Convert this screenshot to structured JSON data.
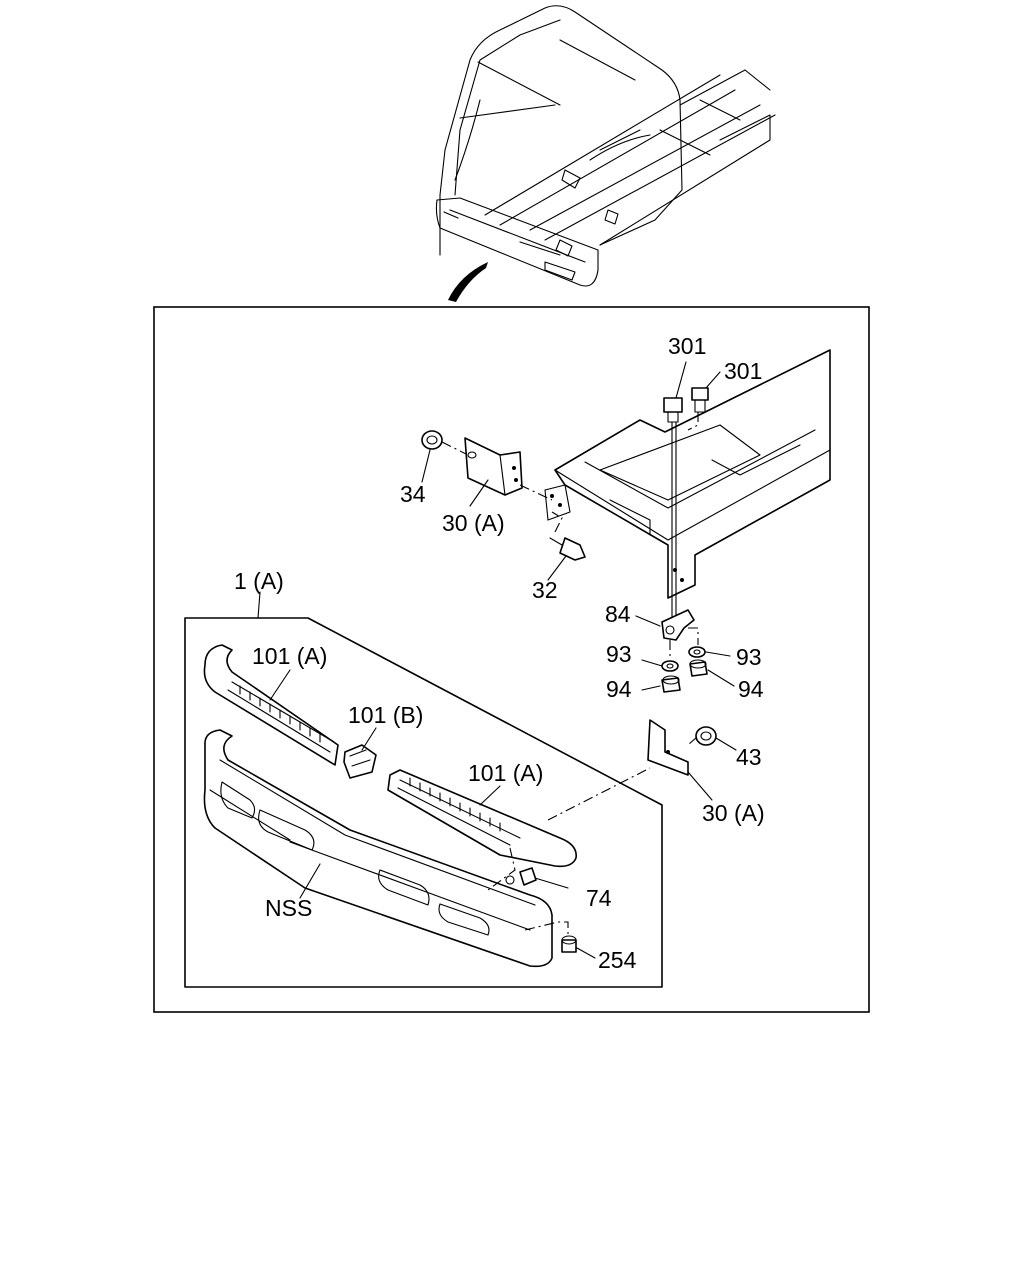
{
  "callouts": {
    "bolt_301_left": "301",
    "bolt_301_right": "301",
    "nut_34": "34",
    "bracket_30a_left": "30 (A)",
    "bolt_32": "32",
    "bumper_assy_1a": "1 (A)",
    "bracket_84": "84",
    "washer_93_left": "93",
    "washer_93_right": "93",
    "nut_94_left": "94",
    "nut_94_right": "94",
    "pad_101a_left": "101 (A)",
    "pad_101b": "101 (B)",
    "pad_101a_right": "101 (A)",
    "nut_43": "43",
    "bracket_30a_right": "30 (A)",
    "clip_74": "74",
    "nss": "NSS",
    "nut_254": "254"
  }
}
